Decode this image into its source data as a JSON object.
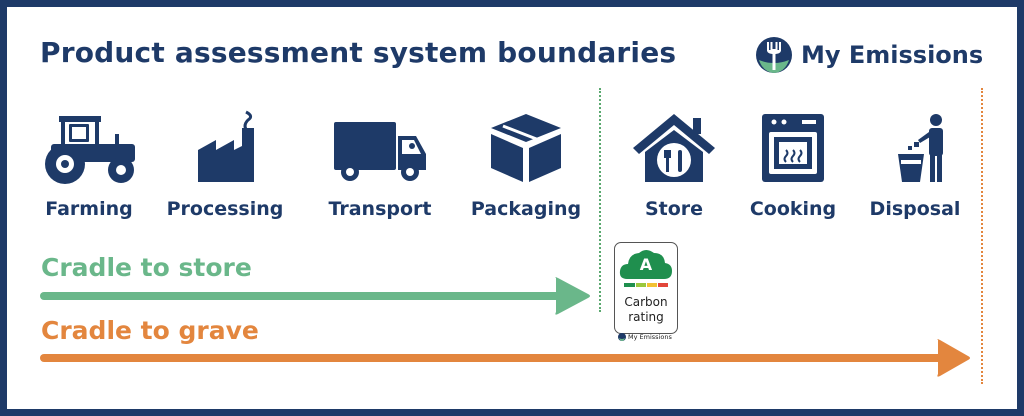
{
  "title": "Product assessment system boundaries",
  "brand": {
    "name": "My Emissions",
    "icon": "fork-leaf-icon"
  },
  "stages": [
    {
      "label": "Farming",
      "icon": "tractor-icon"
    },
    {
      "label": "Processing",
      "icon": "factory-icon"
    },
    {
      "label": "Transport",
      "icon": "truck-icon"
    },
    {
      "label": "Packaging",
      "icon": "box-icon"
    },
    {
      "label": "Store",
      "icon": "store-icon"
    },
    {
      "label": "Cooking",
      "icon": "oven-icon"
    },
    {
      "label": "Disposal",
      "icon": "bin-icon"
    }
  ],
  "scopes": {
    "cradle_to_store": {
      "label": "Cradle to store",
      "color": "#6ab78a"
    },
    "cradle_to_grave": {
      "label": "Cradle to grave",
      "color": "#e3863e"
    }
  },
  "badge": {
    "grade": "A",
    "line1": "Carbon",
    "line2": "rating",
    "brand": "My Emissions"
  },
  "colors": {
    "navy": "#1e3a68",
    "green": "#6ab78a",
    "orange": "#e3863e"
  }
}
